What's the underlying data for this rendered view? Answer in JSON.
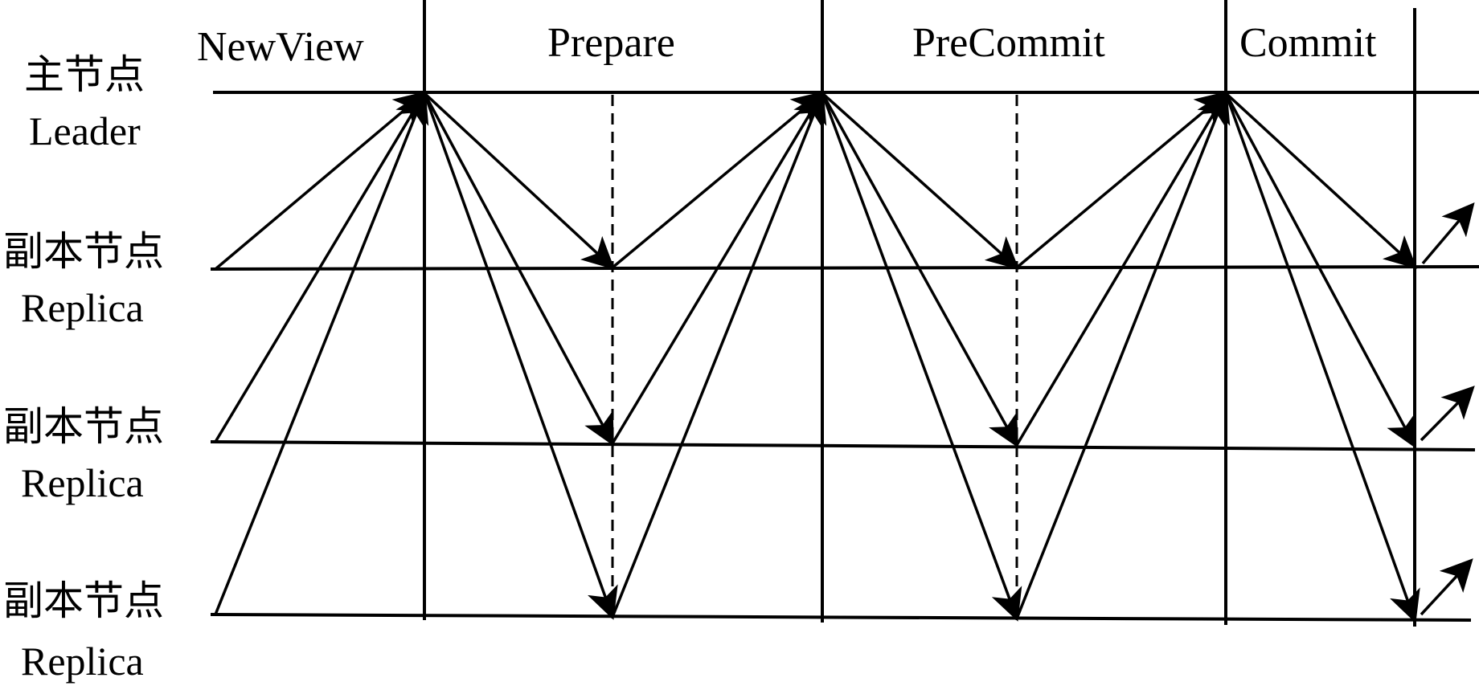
{
  "diagram": {
    "phases": [
      "NewView",
      "Prepare",
      "PreCommit",
      "Commit"
    ],
    "nodes": [
      {
        "zh": "主节点",
        "en": "Leader"
      },
      {
        "zh": "副本节点",
        "en": "Replica"
      },
      {
        "zh": "副本节点",
        "en": "Replica"
      },
      {
        "zh": "副本节点",
        "en": "Replica"
      }
    ]
  }
}
